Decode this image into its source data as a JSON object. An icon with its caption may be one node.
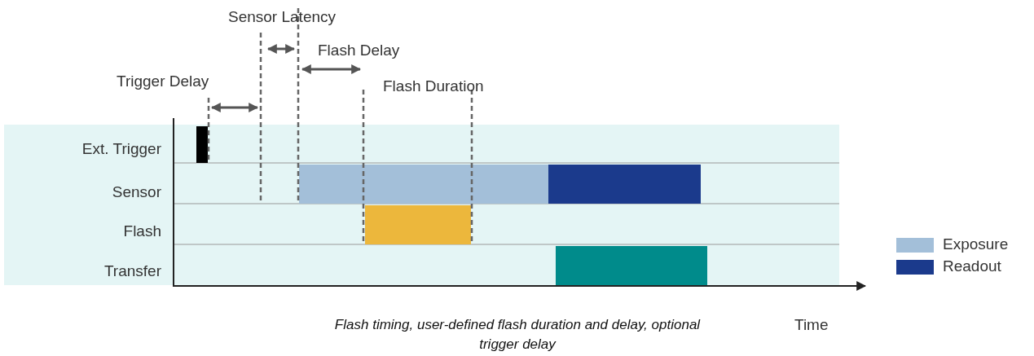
{
  "diagram": {
    "caption": "Flash timing, user-defined flash duration and delay, optional trigger delay",
    "labels": [
      "Sensor Latency",
      "Flash Delay",
      "Trigger Delay",
      "Flash Duration",
      "Ext. Trigger",
      "Sensor",
      "Flash",
      "Transfer",
      "Time"
    ],
    "legend": [
      {
        "text": "Exposure",
        "color": "#a3bfd9"
      },
      {
        "text": "Readout",
        "color": "#1b3a8c"
      }
    ]
  }
}
